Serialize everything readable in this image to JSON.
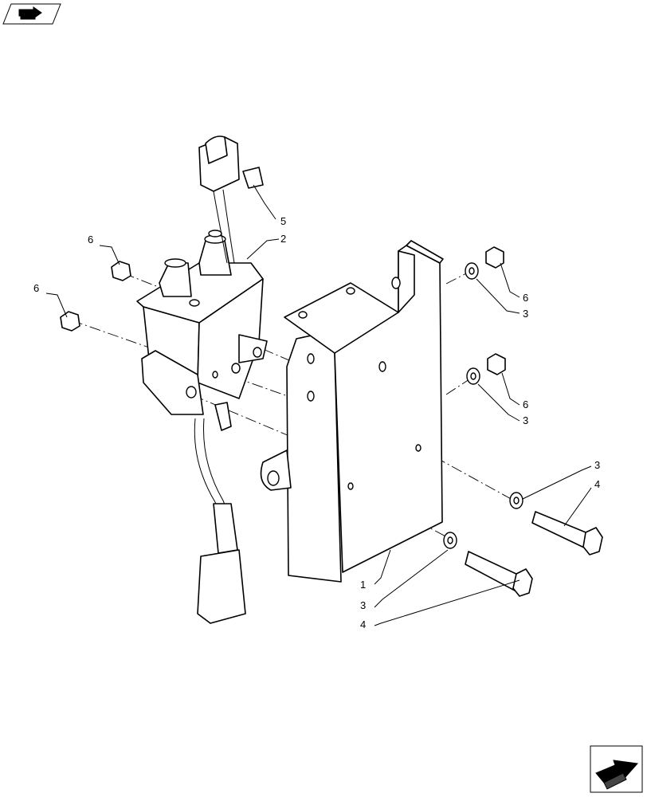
{
  "callouts": [
    {
      "id": "c1",
      "text": "1"
    },
    {
      "id": "c2",
      "text": "2"
    },
    {
      "id": "c3a",
      "text": "3"
    },
    {
      "id": "c3b",
      "text": "3"
    },
    {
      "id": "c3c",
      "text": "3"
    },
    {
      "id": "c3d",
      "text": "3"
    },
    {
      "id": "c4a",
      "text": "4"
    },
    {
      "id": "c4b",
      "text": "4"
    },
    {
      "id": "c5",
      "text": "5"
    },
    {
      "id": "c6a",
      "text": "6"
    },
    {
      "id": "c6b",
      "text": "6"
    },
    {
      "id": "c6c",
      "text": "6"
    },
    {
      "id": "c6d",
      "text": "6"
    }
  ],
  "icons": {
    "top_left": "book-arrow-icon",
    "bottom_right": "next-page-arrow-icon"
  }
}
